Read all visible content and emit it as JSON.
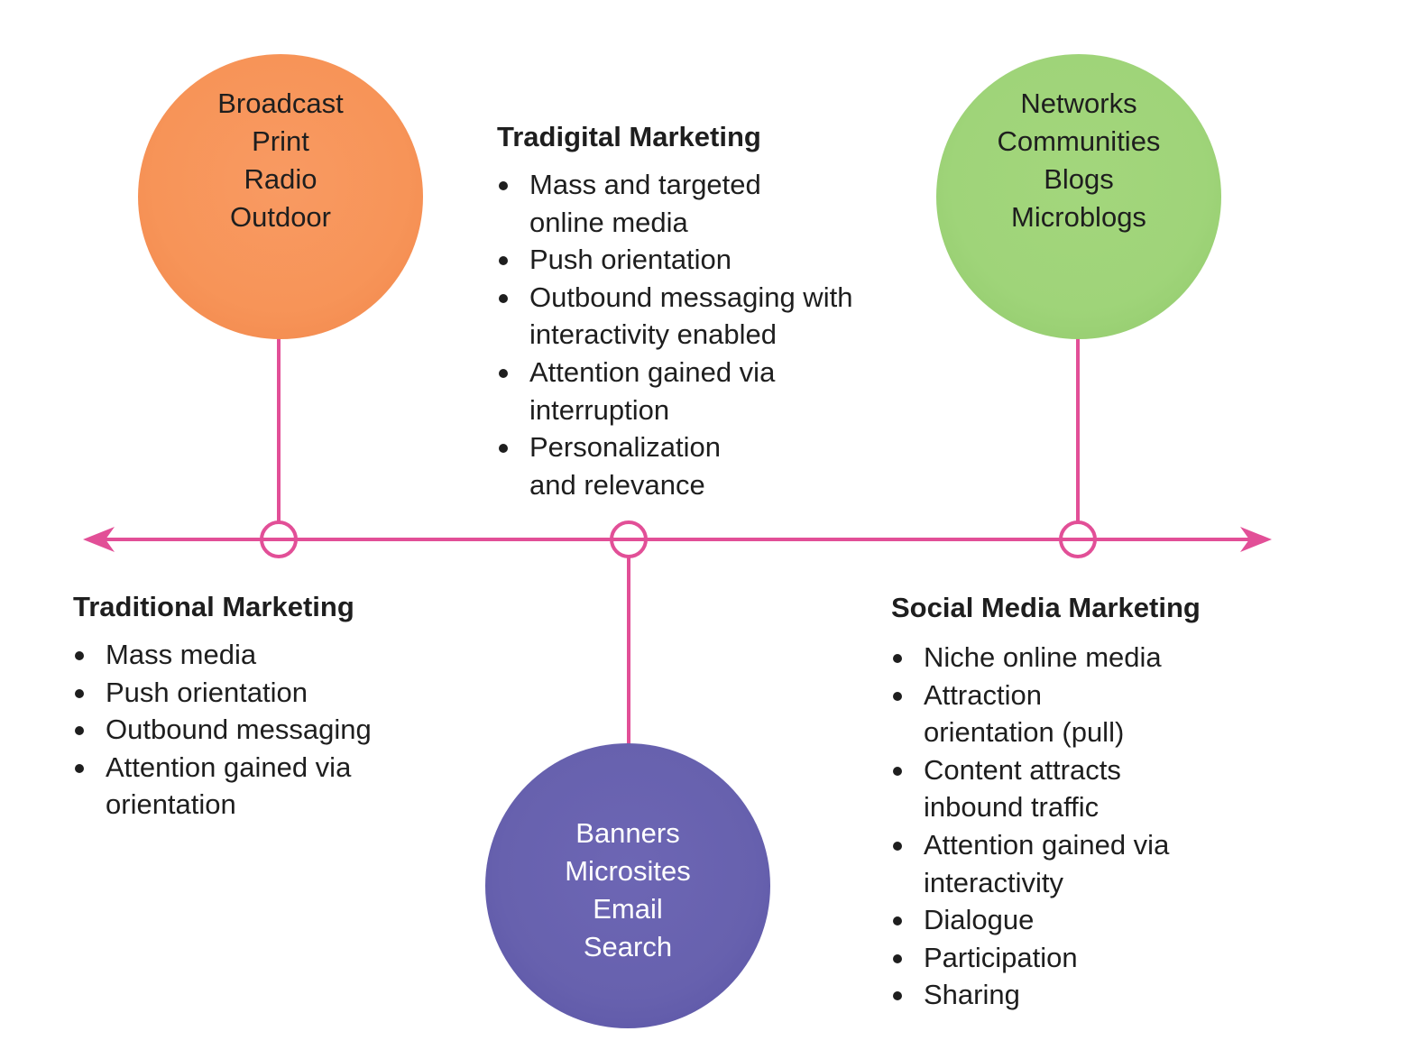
{
  "colors": {
    "timeline": "#e24f97",
    "traditional_bubble": "#f79458",
    "tradigital_bubble": "#6761ae",
    "social_bubble": "#9fd479",
    "text": "#1e1e1e",
    "bubble_text_light": "#ffffff"
  },
  "timeline": {
    "direction": "bidirectional",
    "nodes": [
      "traditional",
      "tradigital",
      "social"
    ]
  },
  "traditional": {
    "title": "Traditional Marketing",
    "channels": [
      "Broadcast",
      "Print",
      "Radio",
      "Outdoor"
    ],
    "bullets": [
      [
        "Mass media"
      ],
      [
        "Push orientation"
      ],
      [
        "Outbound messaging"
      ],
      [
        "Attention gained via",
        "orientation"
      ]
    ]
  },
  "tradigital": {
    "title": "Tradigital Marketing",
    "channels": [
      "Banners",
      "Microsites",
      "Email",
      "Search"
    ],
    "bullets": [
      [
        "Mass and targeted",
        "online media"
      ],
      [
        "Push orientation"
      ],
      [
        "Outbound messaging with",
        "interactivity enabled"
      ],
      [
        "Attention gained via",
        "interruption"
      ],
      [
        "Personalization",
        "and relevance"
      ]
    ]
  },
  "social": {
    "title": "Social Media Marketing",
    "channels": [
      "Networks",
      "Communities",
      "Blogs",
      "Microblogs"
    ],
    "bullets": [
      [
        "Niche online media"
      ],
      [
        "Attraction",
        "orientation (pull)"
      ],
      [
        "Content attracts",
        "inbound traffic"
      ],
      [
        "Attention gained via",
        "interactivity"
      ],
      [
        "Dialogue"
      ],
      [
        "Participation"
      ],
      [
        "Sharing"
      ]
    ]
  }
}
